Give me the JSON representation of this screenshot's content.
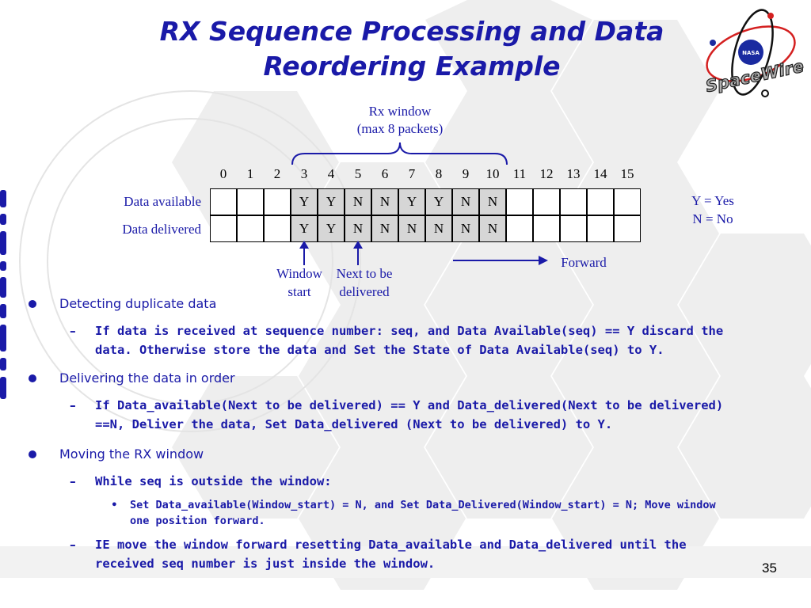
{
  "title": {
    "line1": "RX Sequence Processing and Data",
    "line2": "Reordering Example"
  },
  "logo": {
    "text": "SpaceWire",
    "seal_text": "NASA"
  },
  "diagram": {
    "rx_window_label": [
      "Rx window",
      "(max 8 packets)"
    ],
    "indices": [
      "0",
      "1",
      "2",
      "3",
      "4",
      "5",
      "6",
      "7",
      "8",
      "9",
      "10",
      "11",
      "12",
      "13",
      "14",
      "15"
    ],
    "window_range": [
      3,
      10
    ],
    "rows": [
      {
        "label": "Data available",
        "cells": [
          "",
          "",
          "",
          "Y",
          "Y",
          "N",
          "N",
          "Y",
          "Y",
          "N",
          "N",
          "",
          "",
          "",
          "",
          ""
        ]
      },
      {
        "label": "Data delivered",
        "cells": [
          "",
          "",
          "",
          "Y",
          "Y",
          "N",
          "N",
          "N",
          "N",
          "N",
          "N",
          "",
          "",
          "",
          "",
          ""
        ]
      }
    ],
    "legend": [
      "Y = Yes",
      "N = No"
    ],
    "window_start_label": [
      "Window",
      "start"
    ],
    "next_label": [
      "Next to be",
      "delivered"
    ],
    "forward_label": "Forward"
  },
  "bullets": {
    "b1": "Detecting duplicate data",
    "b1_sub": "If data is received at sequence number: seq, and Data Available(seq) == Y discard the data.  Otherwise store the data and Set the State of Data Available(seq) to Y.",
    "b2": "Delivering the data in order",
    "b2_sub": "If Data_available(Next to be delivered) == Y and Data_delivered(Next to be delivered) ==N, Deliver the data, Set Data_delivered (Next to be delivered) to Y.",
    "b3": "Moving the RX window",
    "b3_sub1": "While seq is outside the window:",
    "b3_sub1_item": "Set Data_available(Window_start) = N, and Set Data_Delivered(Window_start) = N; Move window one position forward.",
    "b3_sub2": "IE move the window forward resetting Data_available and Data_delivered until the received seq number is just inside the window."
  },
  "page_number": "35",
  "colors": {
    "text_blue": "#1a1aa8",
    "window_cell": "#d6d6d6"
  }
}
